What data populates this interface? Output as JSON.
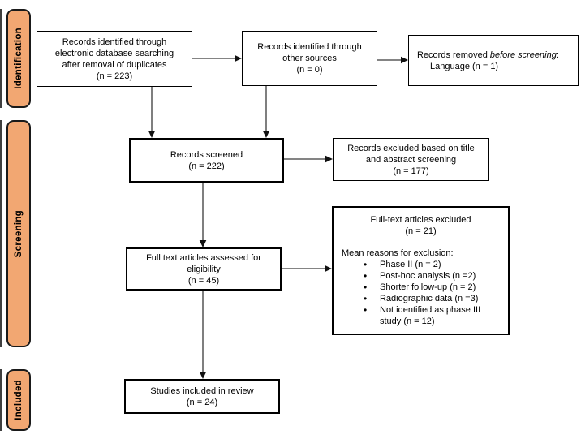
{
  "stages": [
    {
      "label": "Identification"
    },
    {
      "label": "Screening"
    },
    {
      "label": "Included"
    }
  ],
  "boxes": {
    "database": {
      "lines": [
        "Records identified through",
        "electronic database searching",
        "after removal of duplicates",
        "(n = 223)"
      ]
    },
    "other_sources": {
      "lines": [
        "Records identified through",
        "other sources",
        "(n = 0)"
      ]
    },
    "removed": {
      "line1_prefix": "Records removed ",
      "line1_italic": "before screening",
      "line1_suffix": ":",
      "line2": "Language (n = 1)"
    },
    "screened": {
      "lines": [
        "Records screened",
        "(n = 222)"
      ]
    },
    "excluded_screening": {
      "lines": [
        "Records excluded based on title",
        "and abstract screening",
        "(n = 177)"
      ]
    },
    "fulltext_assessed": {
      "lines": [
        "Full text articles assessed for",
        "eligibility",
        "(n = 45)"
      ]
    },
    "fulltext_excluded": {
      "title_lines": [
        "Full-text articles excluded",
        "(n = 21)"
      ],
      "reasons_heading": "Mean reasons for exclusion:",
      "reasons": [
        "Phase II (n = 2)",
        "Post-hoc analysis (n =2)",
        "Shorter follow-up (n = 2)",
        "Radiographic data (n =3)",
        "Not identified as phase III study (n = 12)"
      ]
    },
    "included": {
      "lines": [
        "Studies included in review",
        "(n = 24)"
      ]
    }
  },
  "colors": {
    "stage_fill": "#F2A772",
    "stage_border": "#1A1A1A",
    "box_border": "#000000",
    "arrow_line": "#3A3A3A",
    "arrow_head": "#111111",
    "text": "#000000",
    "background": "#FFFFFF"
  }
}
